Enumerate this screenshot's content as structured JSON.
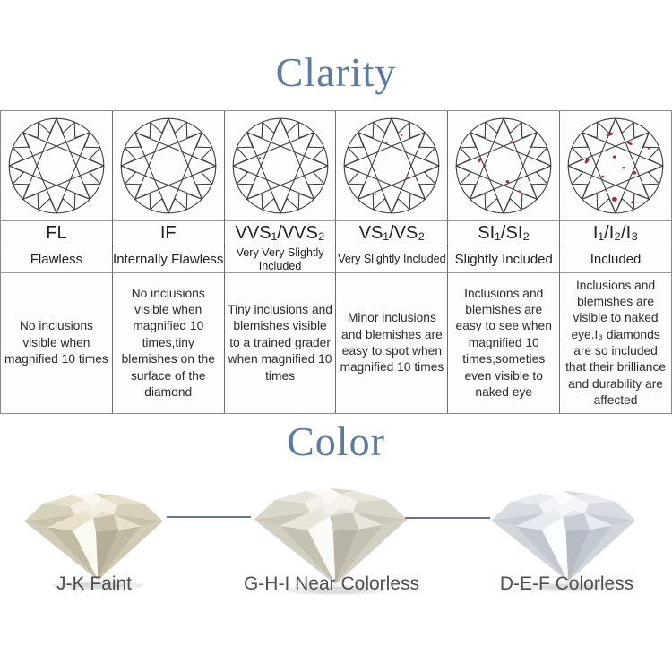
{
  "clarity_section": {
    "title": "Clarity",
    "title_color": "#5d7ba0",
    "inclusion_color": "#a23240",
    "table": {
      "columns": [
        {
          "grade": "FL",
          "name": "Flawless",
          "description": "No inclusions visible when magnified 10 times",
          "inclusion_count": 0
        },
        {
          "grade": "IF",
          "name": "Internally Flawless",
          "description": "No inclusions visible when magnified 10 times,tiny blemishes on the surface of the diamond",
          "inclusion_count": 0
        },
        {
          "grade": "VVS₁/VVS₂",
          "name": "Very Very Slightly Included",
          "description": "Tiny inclusions and blemishes visible to a trained grader when magnified 10 times",
          "inclusion_count": 1
        },
        {
          "grade": "VS₁/VS₂",
          "name": "Very Slightly Included",
          "description": "Minor inclusions and blemishes are easy to spot when magnified 10 times",
          "inclusion_count": 4
        },
        {
          "grade": "SI₁/SI₂",
          "name": "Slightly Included",
          "description": "Inclusions and blemishes are easy to see when magnified 10 times,someties even visible to naked eye",
          "inclusion_count": 5
        },
        {
          "grade": "I₁/I₂/I₃",
          "name": "Included",
          "description": "Inclusions and blemishes are visible to naked eye.I₃ diamonds are so included that their brilliance and durability are affected",
          "inclusion_count": 10
        }
      ]
    }
  },
  "color_section": {
    "title": "Color",
    "title_color": "#5d7ba0",
    "items": [
      {
        "label": "J-K Faint",
        "tint": "faint"
      },
      {
        "label": "G-H-I Near Colorless",
        "tint": "near-colorless"
      },
      {
        "label": "D-E-F Colorless",
        "tint": "colorless"
      }
    ]
  }
}
